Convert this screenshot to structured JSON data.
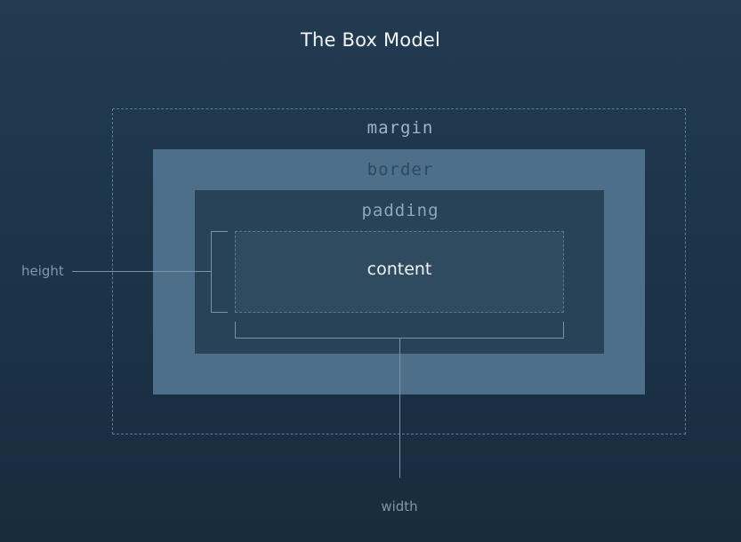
{
  "title": "The Box Model",
  "layers": {
    "margin": "margin",
    "border": "border",
    "padding": "padding",
    "content": "content"
  },
  "dimensions": {
    "height": "height",
    "width": "width"
  },
  "colors": {
    "background": "#1e3649",
    "border_fill": "#4d6f8a",
    "padding_fill": "#284357",
    "content_fill": "#2f4b60",
    "dashed_outline": "#5f7b92"
  }
}
